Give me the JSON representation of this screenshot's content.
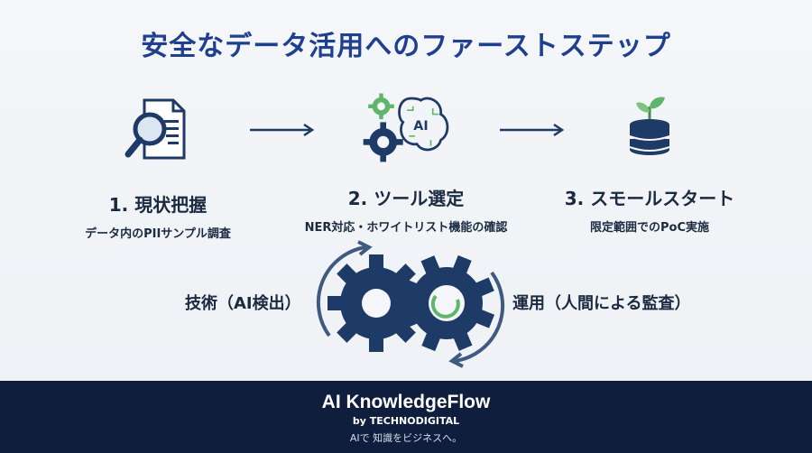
{
  "title": "安全なデータ活用へのファーストステップ",
  "steps": [
    {
      "title": "1. 現状把握",
      "desc": "データ内のPIIサンプル調査",
      "icon": "document-search-icon"
    },
    {
      "title": "2. ツール選定",
      "desc": "NER対応・ホワイトリスト機能の確認",
      "icon": "ai-brain-gear-icon"
    },
    {
      "title": "3. スモールスタート",
      "desc": "限定範囲でのPoC実施",
      "icon": "database-sprout-icon"
    }
  ],
  "cycle": {
    "left_label": "技術（AI検出）",
    "right_label": "運用（人間による監査）"
  },
  "footer": {
    "brand": "AI KnowledgeFlow",
    "sub": "by TECHNODIGITAL",
    "tagline": "AIで 知識をビジネスへ。"
  },
  "colors": {
    "title": "#1f3f8f",
    "navy": "#1e3a66",
    "accent_green": "#5fb56a",
    "footer_bg": "#0f1e3c"
  }
}
